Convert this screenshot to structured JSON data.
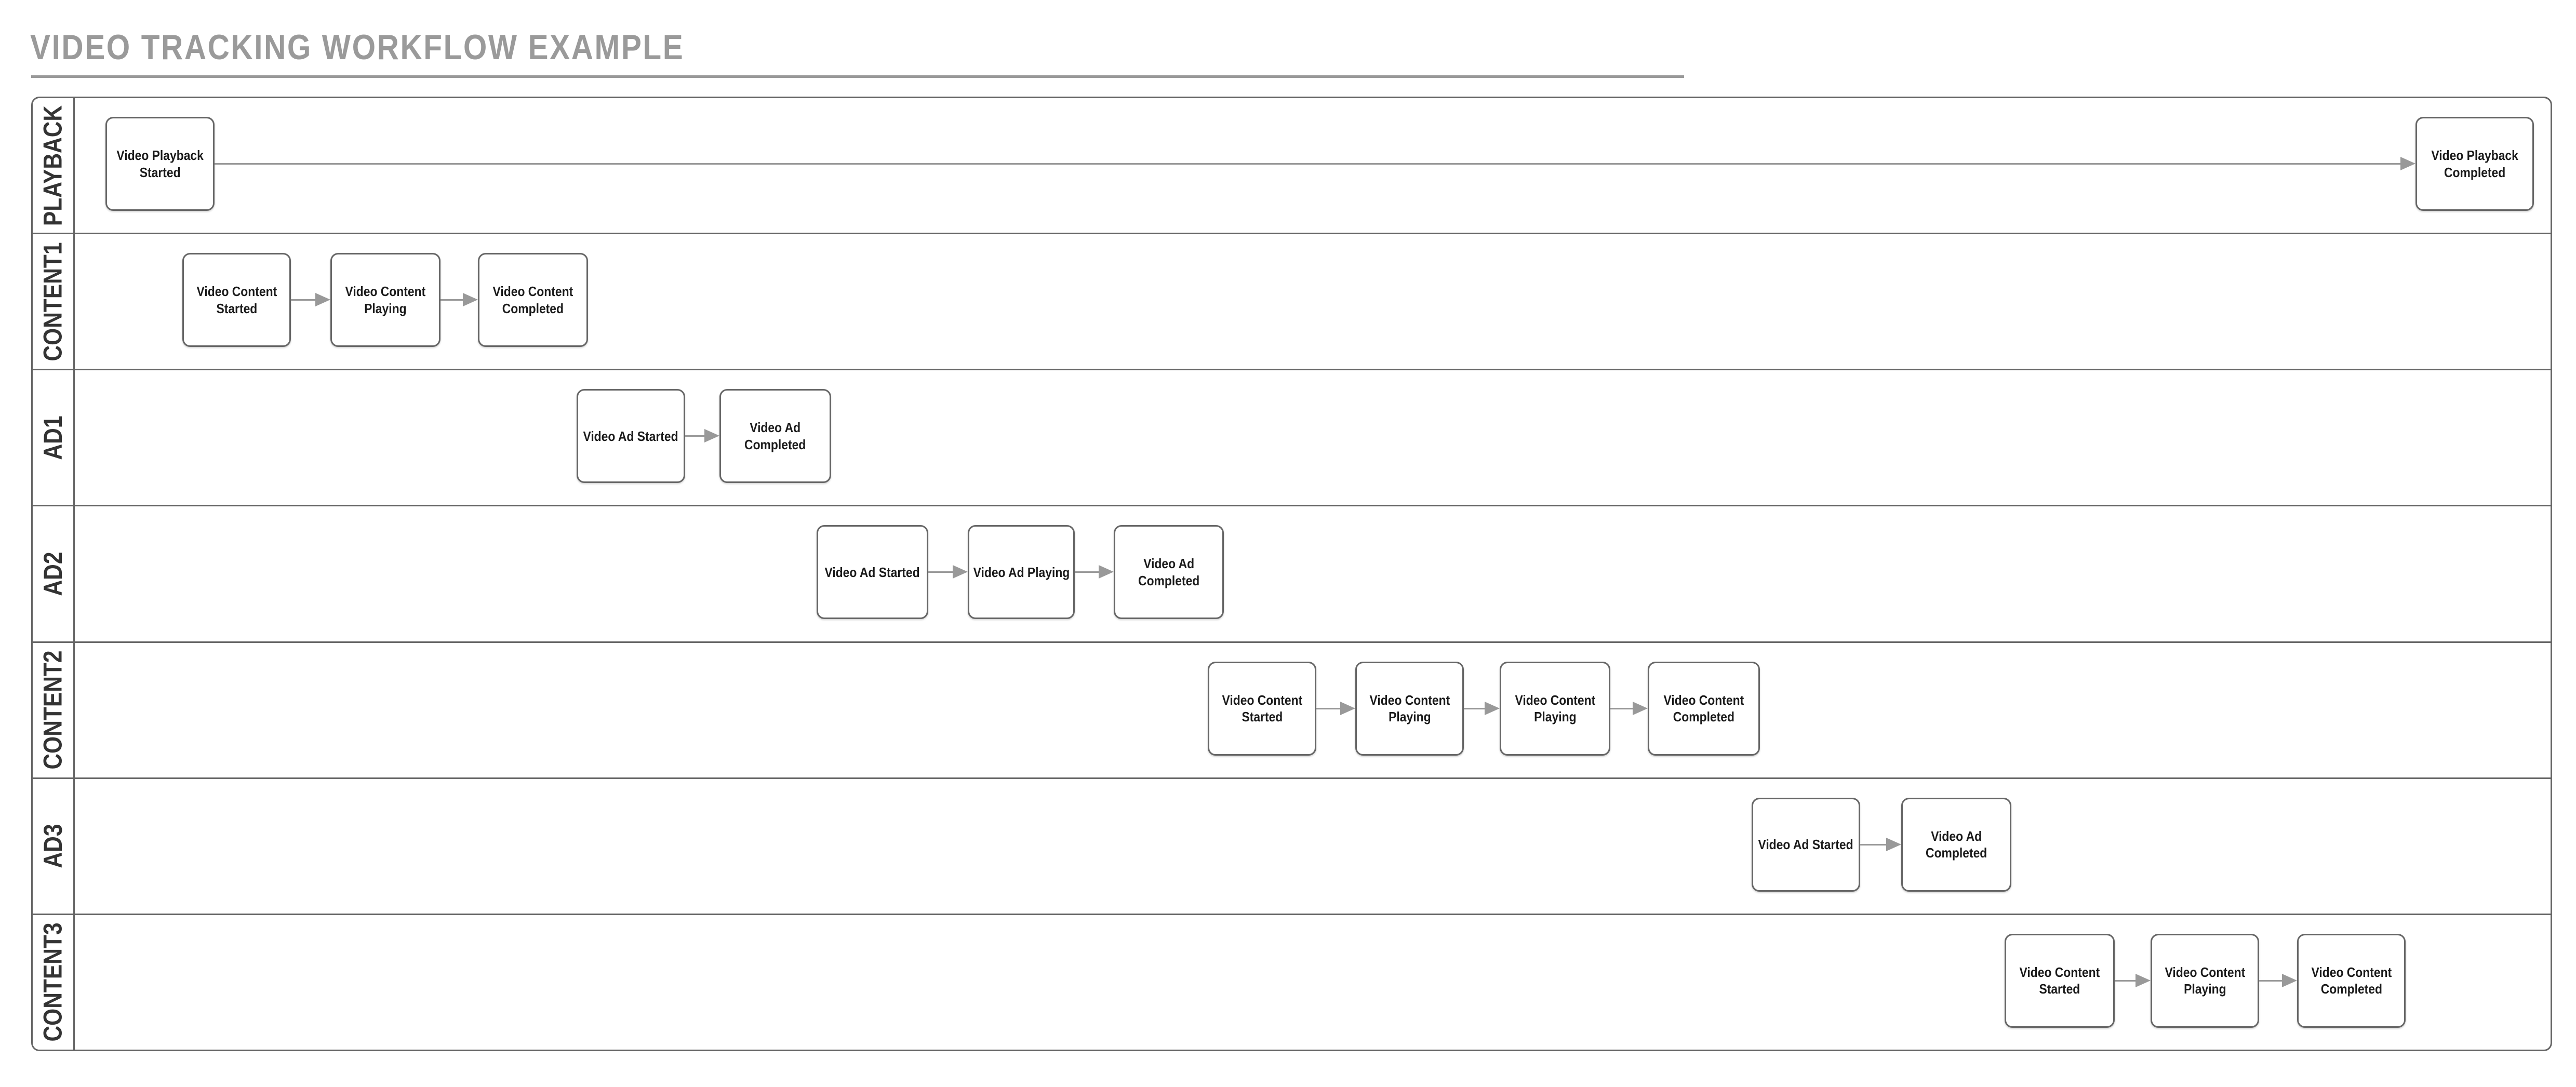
{
  "header": {
    "title": "VIDEO TRACKING WORKFLOW EXAMPLE"
  },
  "colors": {
    "background": "#ffffff",
    "title_text": "#9a9a9a",
    "title_underline": "#999999",
    "frame_border": "#666666",
    "lane_label_text": "#333333",
    "node_border": "#666666",
    "node_fill": "#ffffff",
    "node_text": "#1a1a1a",
    "connector": "#999999"
  },
  "diagram": {
    "type": "swimlane-workflow",
    "lanes": [
      {
        "label": "PLAYBACK",
        "nodes": [
          {
            "label": "Video Playback\nStarted"
          },
          {
            "label": "Video Playback\nCompleted"
          }
        ]
      },
      {
        "label": "CONTENT1",
        "nodes": [
          {
            "label": "Video Content\nStarted"
          },
          {
            "label": "Video Content\nPlaying"
          },
          {
            "label": "Video Content\nCompleted"
          }
        ]
      },
      {
        "label": "AD1",
        "nodes": [
          {
            "label": "Video Ad Started"
          },
          {
            "label": "Video Ad\nCompleted"
          }
        ]
      },
      {
        "label": "AD2",
        "nodes": [
          {
            "label": "Video Ad Started"
          },
          {
            "label": "Video Ad Playing"
          },
          {
            "label": "Video Ad\nCompleted"
          }
        ]
      },
      {
        "label": "CONTENT2",
        "nodes": [
          {
            "label": "Video Content\nStarted"
          },
          {
            "label": "Video Content\nPlaying"
          },
          {
            "label": "Video Content\nPlaying"
          },
          {
            "label": "Video Content\nCompleted"
          }
        ]
      },
      {
        "label": "AD3",
        "nodes": [
          {
            "label": "Video Ad Started"
          },
          {
            "label": "Video Ad\nCompleted"
          }
        ]
      },
      {
        "label": "CONTENT3",
        "nodes": [
          {
            "label": "Video Content\nStarted"
          },
          {
            "label": "Video Content\nPlaying"
          },
          {
            "label": "Video Content\nCompleted"
          }
        ]
      }
    ]
  }
}
